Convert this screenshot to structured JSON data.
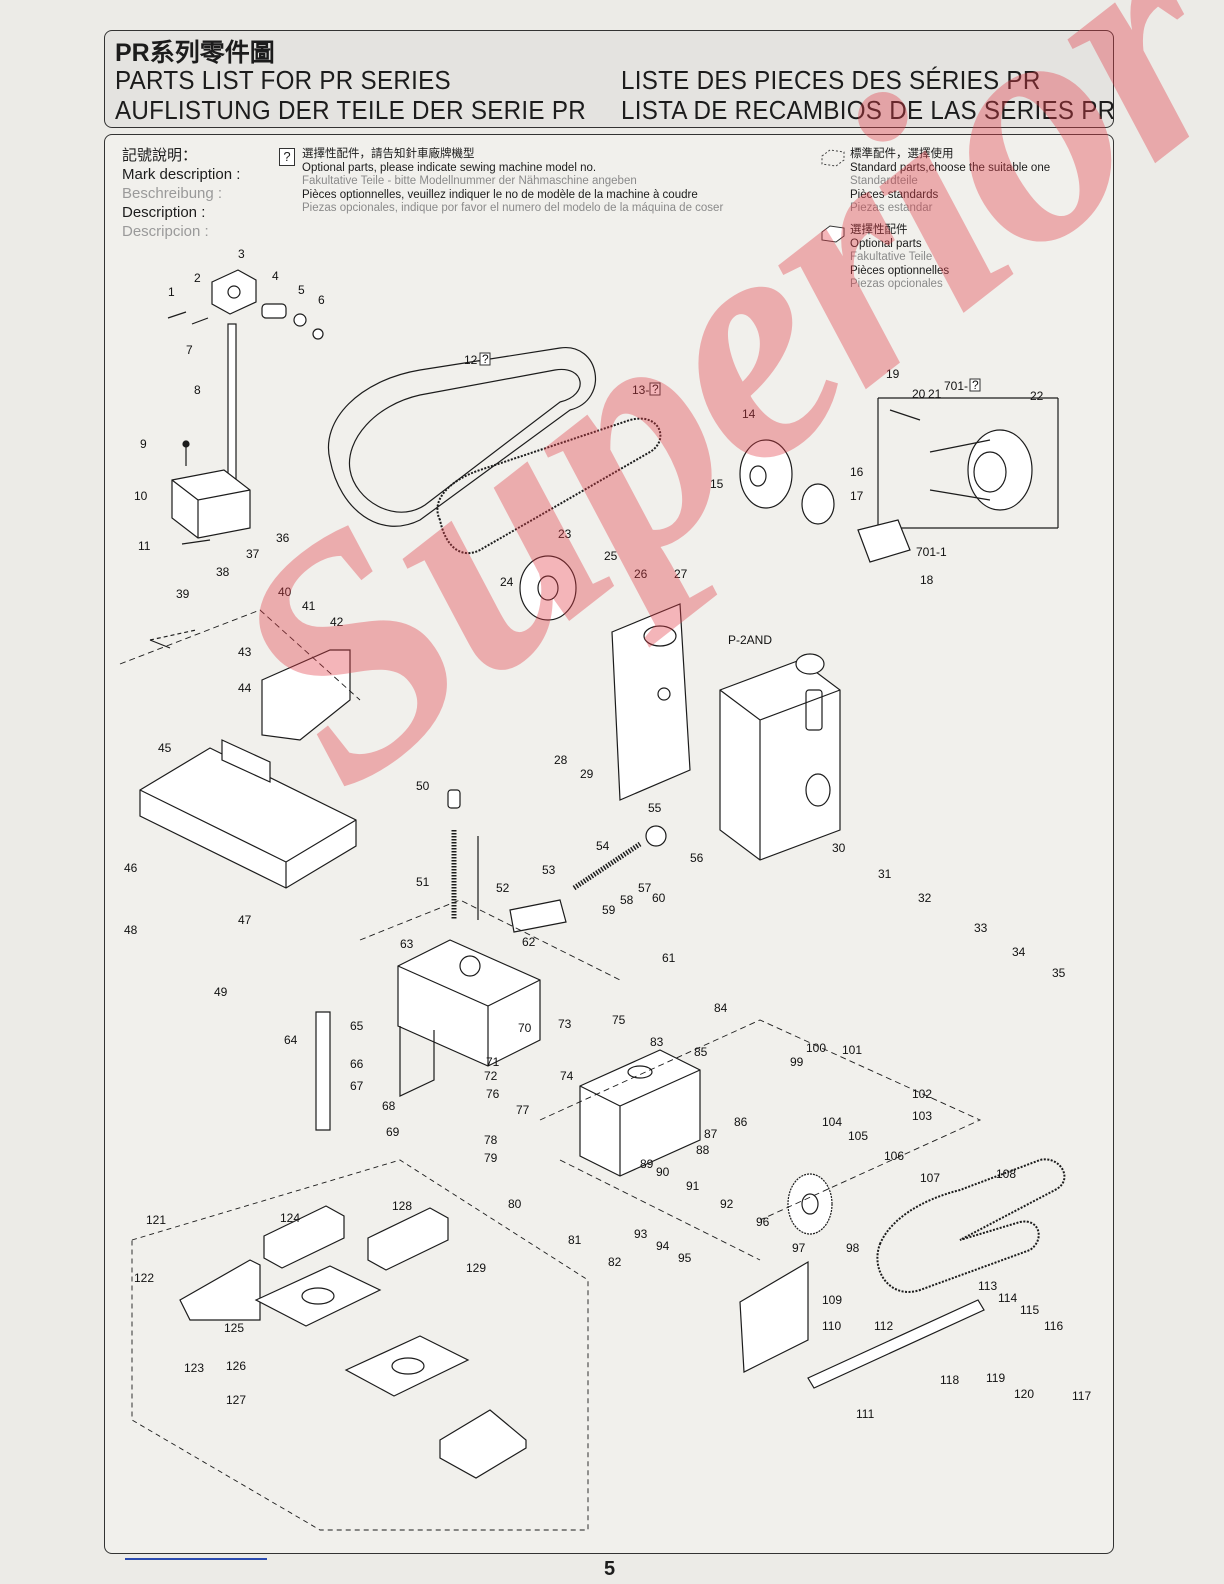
{
  "header": {
    "title_zh": "PR系列零件圖",
    "en": "PARTS LIST FOR PR SERIES",
    "de": "AUFLISTUNG DER TEILE DER SERIE PR",
    "fr": "LISTE DES PIECES DES SÉRIES PR",
    "es": "LISTA DE RECAMBIOS DE LAS SERIES PR"
  },
  "legend": {
    "mark": {
      "zh": "記號說明：",
      "en": "Mark description :",
      "de": "Beschreibung :",
      "fr": "Description :",
      "es": "Descripcion :"
    },
    "optional_ask": {
      "symbol": "?",
      "zh": "選擇性配件，請告知針車廠牌機型",
      "en": "Optional parts, please indicate sewing machine model no.",
      "de": "Fakultative Teile - bitte Modellnummer der Nähmaschine angeben",
      "fr": "Pièces optionnelles, veuillez indiquer le no de modèle de la machine à coudre",
      "es": "Piezas opcionales, indique por favor el numero del modelo de la máquina de coser"
    },
    "standard": {
      "zh": "標準配件，選擇使用",
      "en": "Standard parts,choose the suitable one",
      "de": "Standardteile",
      "fr": "Pièces standards",
      "es": "Piezas estandar"
    },
    "optional": {
      "zh": "選擇性配件",
      "en": "Optional parts",
      "de": "Fakultative Teile",
      "fr": "Pièces optionnelles",
      "es": "Piezas opcionales"
    }
  },
  "callouts": {
    "p1": "1",
    "p2": "2",
    "p3": "3",
    "p4": "4",
    "p5": "5",
    "p6": "6",
    "p7": "7",
    "p8": "8",
    "p9": "9",
    "p10": "10",
    "p11": "11",
    "p12": "12-",
    "p13": "13-",
    "p14": "14",
    "p15": "15",
    "p16": "16",
    "p17": "17",
    "p18": "18",
    "p19": "19",
    "p20": "20",
    "p21": "21",
    "p22": "22",
    "p23": "23",
    "p24": "24",
    "p25": "25",
    "p26": "26",
    "p27": "27",
    "p28": "28",
    "p29": "29",
    "p30": "30",
    "p31": "31",
    "p32": "32",
    "p33": "33",
    "p34": "34",
    "p35": "35",
    "p36": "36",
    "p37": "37",
    "p38": "38",
    "p39": "39",
    "p40": "40",
    "p41": "41",
    "p42": "42",
    "p43": "43",
    "p44": "44",
    "p45": "45",
    "p46": "46",
    "p47": "47",
    "p48": "48",
    "p49": "49",
    "p50": "50",
    "p51": "51",
    "p52": "52",
    "p53": "53",
    "p54": "54",
    "p55": "55",
    "p56": "56",
    "p57": "57",
    "p58": "58",
    "p59": "59",
    "p60": "60",
    "p61": "61",
    "p62": "62",
    "p63": "63",
    "p64": "64",
    "p65": "65",
    "p66": "66",
    "p67": "67",
    "p68": "68",
    "p69": "69",
    "p70": "70",
    "p71": "71",
    "p72": "72",
    "p73": "73",
    "p74": "74",
    "p75": "75",
    "p76": "76",
    "p77": "77",
    "p78": "78",
    "p79": "79",
    "p80": "80",
    "p81": "81",
    "p82": "82",
    "p83": "83",
    "p84": "84",
    "p85": "85",
    "p86": "86",
    "p87": "87",
    "p88": "88",
    "p89": "89",
    "p90": "90",
    "p91": "91",
    "p92": "92",
    "p93": "93",
    "p94": "94",
    "p95": "95",
    "p96": "96",
    "p97": "97",
    "p98": "98",
    "p99": "99",
    "p100": "100",
    "p101": "101",
    "p102": "102",
    "p103": "103",
    "p104": "104",
    "p105": "105",
    "p106": "106",
    "p107": "107",
    "p108": "108",
    "p109": "109",
    "p110": "110",
    "p111": "111",
    "p112": "112",
    "p113": "113",
    "p114": "114",
    "p115": "115",
    "p116": "116",
    "p117": "117",
    "p118": "118",
    "p119": "119",
    "p120": "120",
    "p121": "121",
    "p122": "122",
    "p123": "123",
    "p124": "124",
    "p125": "125",
    "p126": "126",
    "p127": "127",
    "p128": "128",
    "p129": "129",
    "p701": "701-",
    "p7011": "701-1",
    "p2and": "P-2AND"
  },
  "watermark": "Superior",
  "page_number": "5",
  "colors": {
    "watermark": "#e13c46",
    "line": "#1c1c1c"
  }
}
